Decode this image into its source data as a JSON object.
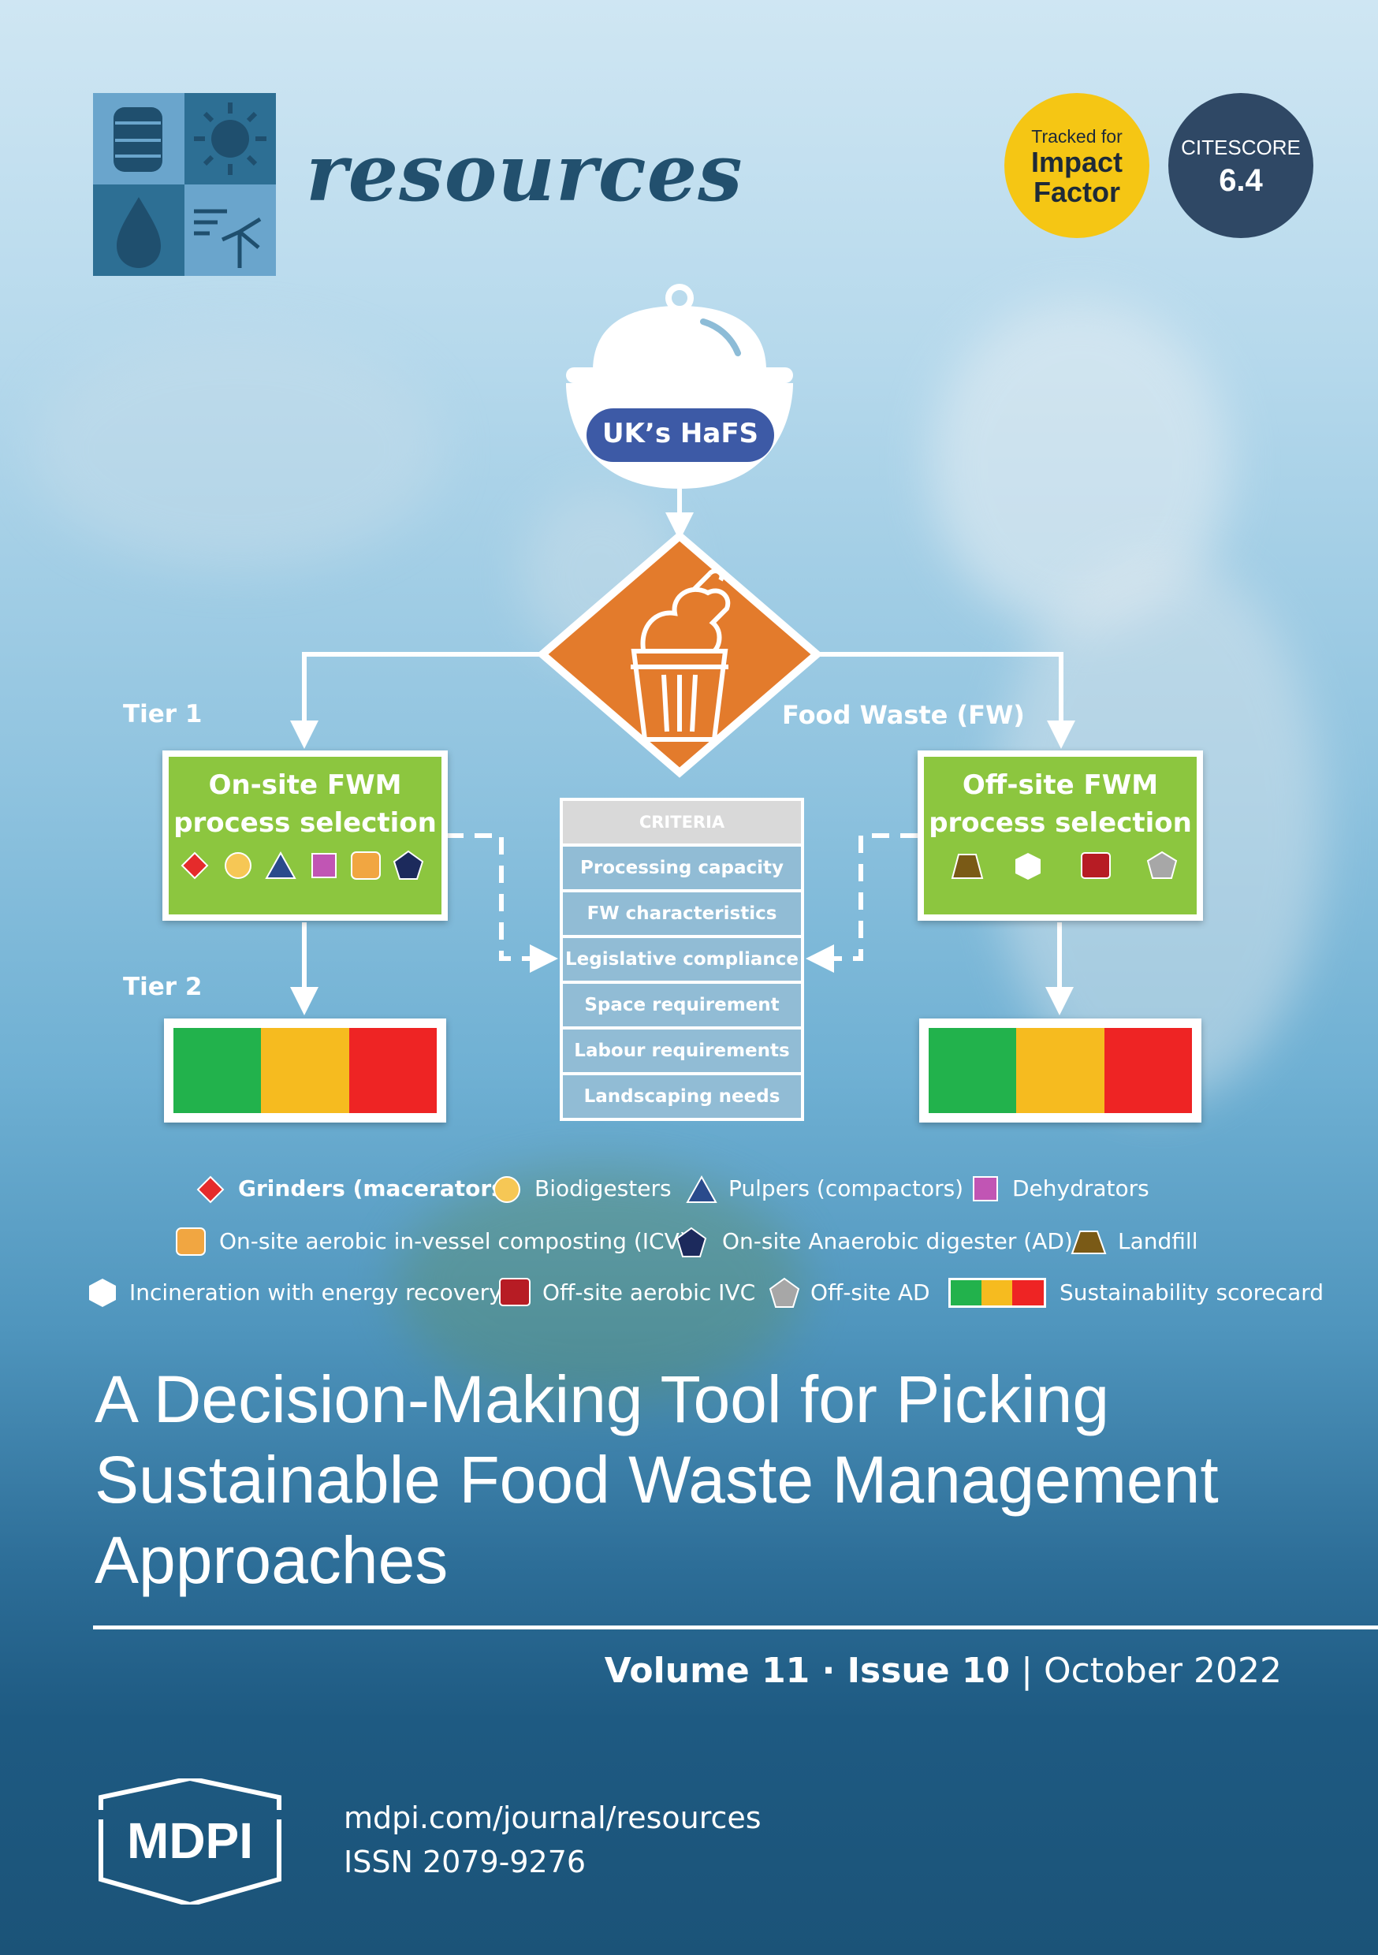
{
  "journal": {
    "name": "resources",
    "badge_impact": {
      "line1": "Tracked for",
      "line2": "Impact",
      "line3": "Factor",
      "color": "#f5c614"
    },
    "badge_citescore": {
      "label": "CITESCORE",
      "value": "6.4",
      "color": "#2f4865"
    }
  },
  "diagram": {
    "top_node": "UK’s HaFS",
    "center_label": "Food Waste (FW)",
    "tier1": "Tier 1",
    "tier2": "Tier 2",
    "onsite": {
      "line1": "On-site FWM",
      "line2": "process selection"
    },
    "offsite": {
      "line1": "Off-site FWM",
      "line2": "process selection"
    },
    "criteria": {
      "header": "CRITERIA",
      "items": [
        "Processing capacity",
        "FW characteristics",
        "Legislative compliance",
        "Space requirement",
        "Labour requirements",
        "Landscaping needs"
      ]
    },
    "scorecard_colors": [
      "#22b24c",
      "#f6bb1f",
      "#ee2424"
    ]
  },
  "legend": {
    "grinders": "Grinders (macerators)",
    "biodigesters": "Biodigesters",
    "pulpers": "Pulpers (compactors)",
    "dehydrators": "Dehydrators",
    "icv": "On-site aerobic in-vessel composting (ICV)",
    "ad": "On-site Anaerobic digester (AD)",
    "landfill": "Landfill",
    "incineration": "Incineration with energy recovery",
    "offsite_ivc": "Off-site aerobic IVC",
    "offsite_ad": "Off-site AD",
    "scorecard": "Sustainability scorecard"
  },
  "article": {
    "title_line1": "A Decision-Making Tool for Picking",
    "title_line2": "Sustainable Food Waste Management",
    "title_line3": "Approaches"
  },
  "issue": {
    "volume": "Volume 11",
    "sep": " · ",
    "issue": "Issue 10",
    "divider": " | ",
    "date": "October 2022"
  },
  "publisher": {
    "logo": "MDPI",
    "url": "mdpi.com/journal/resources",
    "issn": "ISSN 2079-9276"
  }
}
